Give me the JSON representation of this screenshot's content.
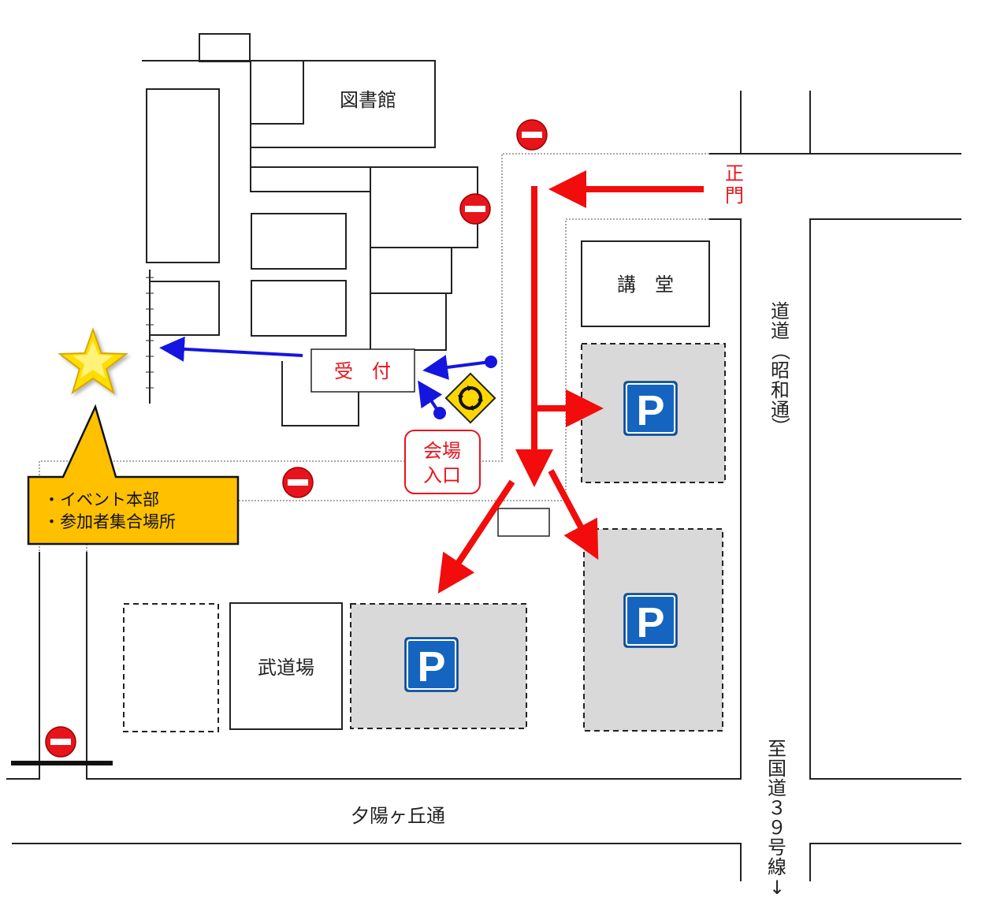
{
  "buildings": {
    "library": "図書館",
    "auditorium": "講　堂",
    "budojo": "武道場"
  },
  "reception": "受　付",
  "venue_entrance": {
    "line1": "会場",
    "line2": "入口"
  },
  "main_gate": {
    "line1": "正",
    "line2": "門"
  },
  "roads": {
    "east_road": [
      "道",
      "道",
      "（",
      "昭",
      "和",
      "通",
      "）"
    ],
    "south_road": "夕陽ヶ丘通",
    "to_route": [
      "至",
      "国",
      "道",
      "３",
      "９",
      "号",
      "線",
      "↓"
    ]
  },
  "callout": {
    "lines": [
      "・イベント本部",
      "・参加者集合場所"
    ],
    "fill": "#ffc000"
  },
  "parking_label": "P",
  "colors": {
    "arrow_red": "#f20c0c",
    "arrow_blue": "#1515e0",
    "parking_blue": "#1565c0",
    "parking_area": "#d9d9d9",
    "no_entry": "#e8141b",
    "star": "#ffdd00"
  },
  "icons": [
    "star-icon",
    "no-entry-icon",
    "parking-icon",
    "roundabout-sign-icon"
  ]
}
